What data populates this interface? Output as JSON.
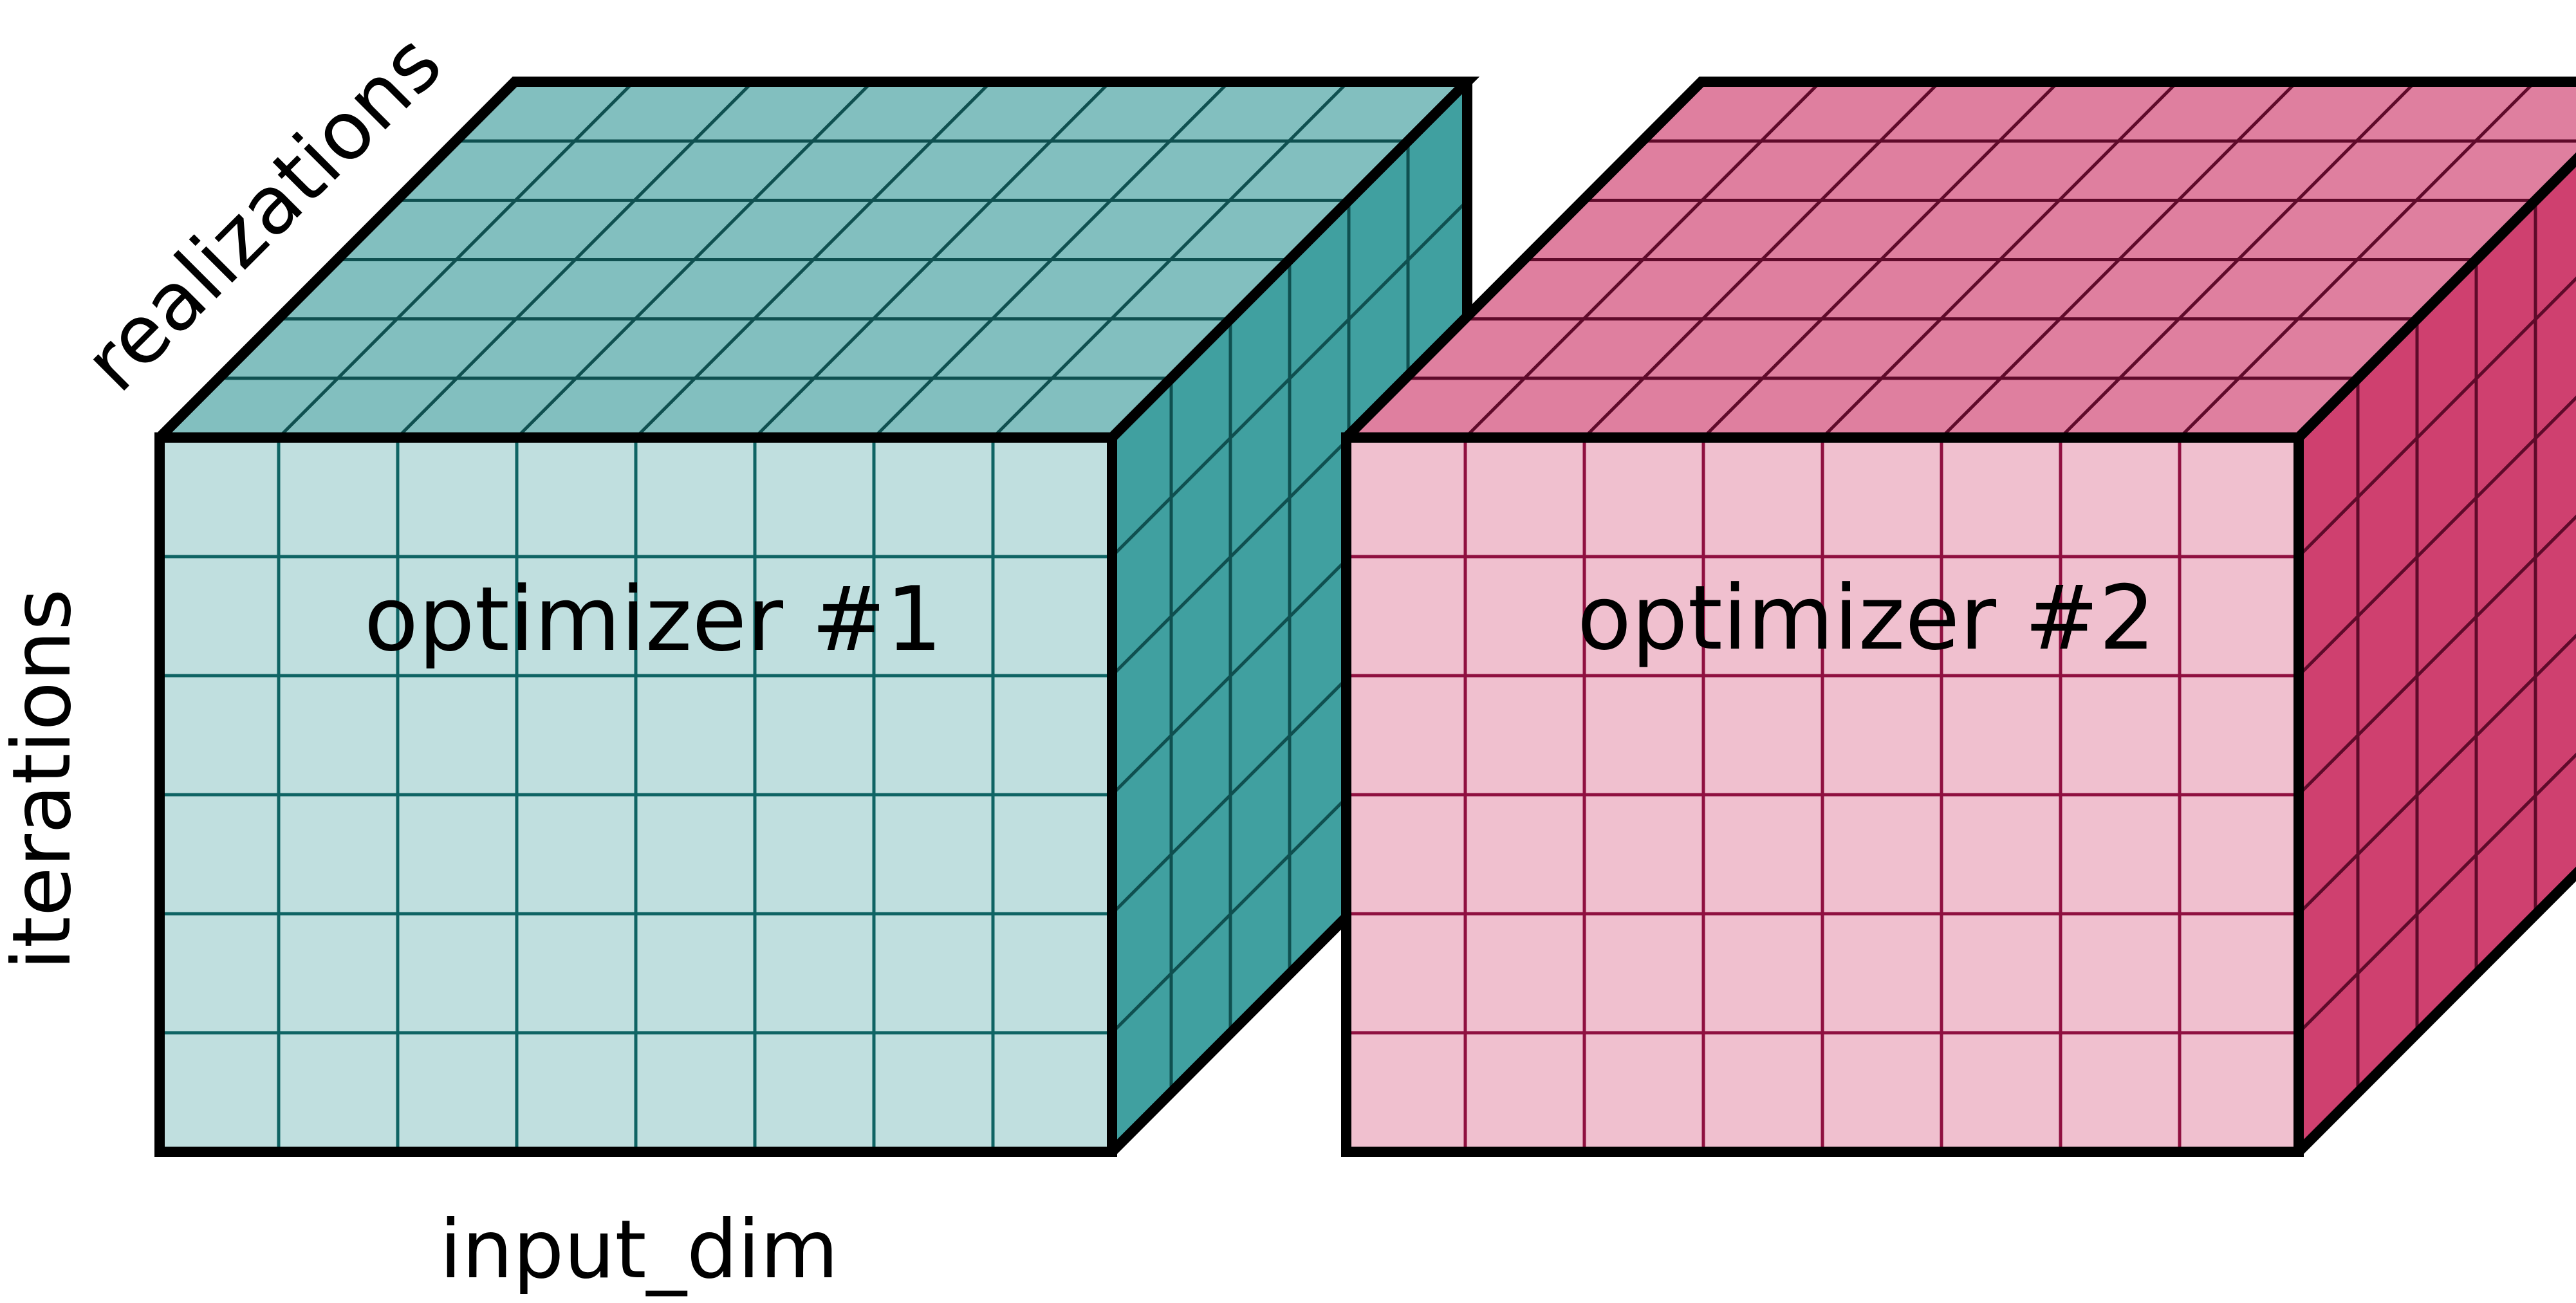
{
  "axis_labels": {
    "realizations": "realizations",
    "iterations": "iterations",
    "input_dim": "input_dim"
  },
  "grid": {
    "rows": 6,
    "columns": 8,
    "depth": 6
  },
  "cubes": [
    {
      "id": "optimizer-1",
      "label": "optimizer #1",
      "colors": {
        "front": "#c0dfdf",
        "top": "#82bfbf",
        "side": "#40a0a0",
        "grid_line": "#0f6464",
        "side_grid_line": "#0f5050",
        "border": "#000000"
      }
    },
    {
      "id": "optimizer-2",
      "label": "optimizer #2",
      "colors": {
        "front": "#f0c0cf",
        "top": "#df7f9f",
        "side": "#cf406f",
        "grid_line": "#8f1040",
        "side_grid_line": "#5f0a2a",
        "border": "#000000"
      }
    }
  ]
}
